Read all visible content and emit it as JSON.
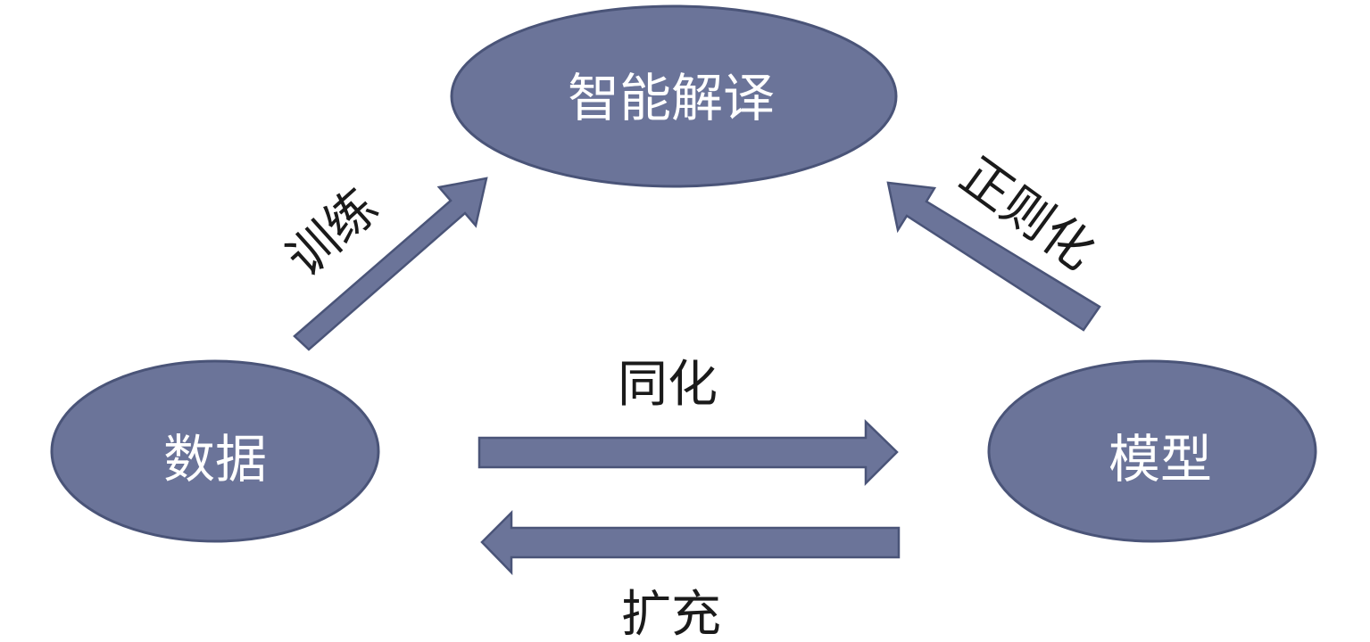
{
  "colors": {
    "node_fill": "#6b7499",
    "node_stroke": "#4a5478",
    "arrow_fill": "#6b7499",
    "arrow_stroke": "#4a5478",
    "node_text": "#ffffff",
    "edge_text": "#1a1a1a"
  },
  "nodes": {
    "top": {
      "label": "智能解译"
    },
    "left": {
      "label": "数据"
    },
    "right": {
      "label": "模型"
    }
  },
  "edges": {
    "train": {
      "label": "训练",
      "from": "数据",
      "to": "智能解译"
    },
    "regularize": {
      "label": "正则化",
      "from": "模型",
      "to": "智能解译"
    },
    "assimilate": {
      "label": "同化",
      "from": "数据",
      "to": "模型"
    },
    "expand": {
      "label": "扩充",
      "from": "模型",
      "to": "数据"
    }
  }
}
